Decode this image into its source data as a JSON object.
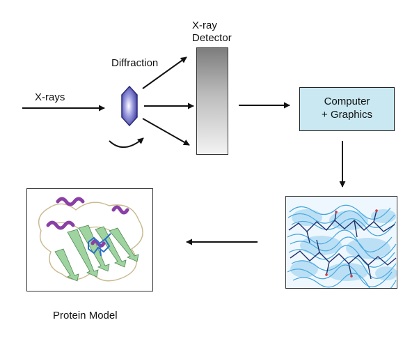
{
  "labels": {
    "xrays": "X-rays",
    "diffraction": "Diffraction",
    "detector_line1": "X-ray",
    "detector_line2": "Detector",
    "computer_line1": "Computer",
    "computer_line2": "+ Graphics",
    "protein_model": "Protein Model"
  },
  "colors": {
    "computer_box_fill": "#c9e8f1",
    "crystal_fill": "#4a4aa8",
    "density_mesh": "#2f9bd8",
    "helix": "#8a3fa6",
    "sheet": "#9fd3a0",
    "ligand": "#2a6fc9"
  },
  "icons": {
    "crystal": "crystal-icon",
    "rotation": "rotation-arrow-icon"
  }
}
